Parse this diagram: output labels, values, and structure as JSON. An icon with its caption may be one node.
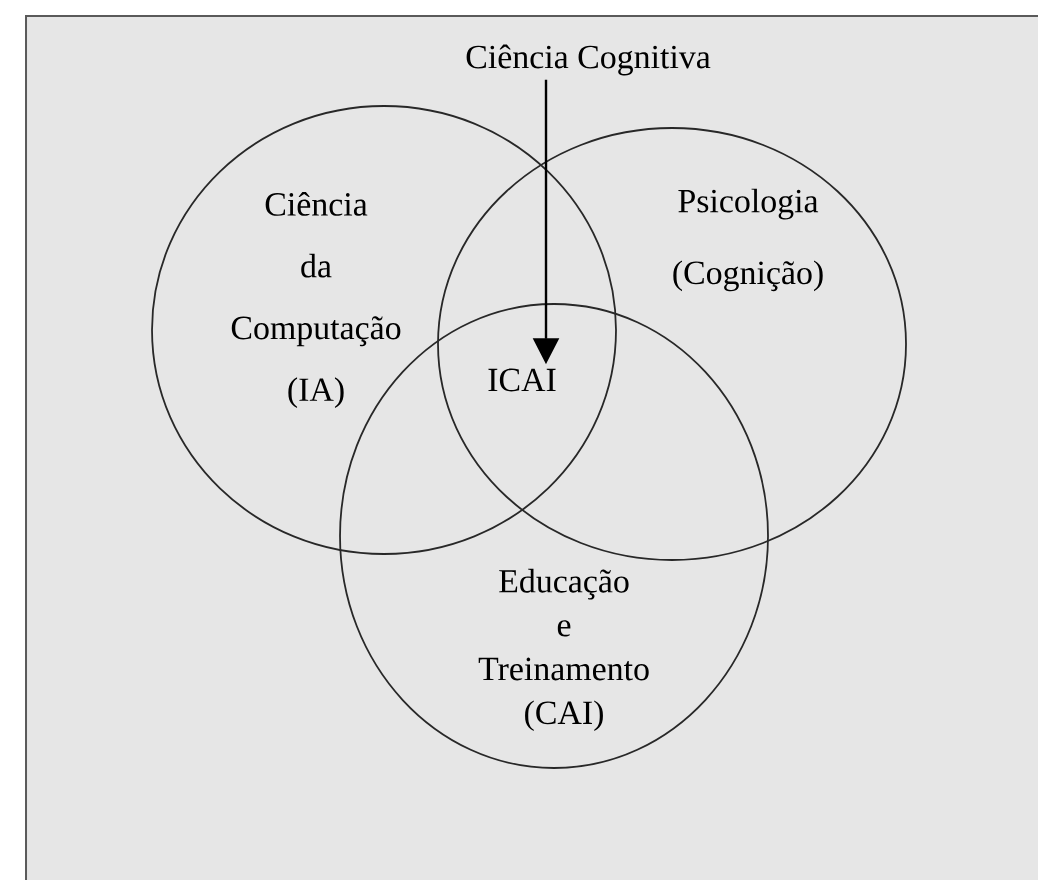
{
  "diagram": {
    "nodes": [
      {
        "text": [
          "Ciência Cognitiva"
        ]
      },
      {
        "text": [
          "Ciência da Computação (IA)"
        ]
      },
      {
        "text": [
          "Psicologia (Cognição)"
        ]
      },
      {
        "text": [
          "Educação e Treinamento (CAI)"
        ]
      },
      {
        "text": [
          "ICAI"
        ]
      }
    ],
    "edges": [
      {
        "from": 0,
        "to": 4,
        "arrow": "to"
      }
    ]
  }
}
